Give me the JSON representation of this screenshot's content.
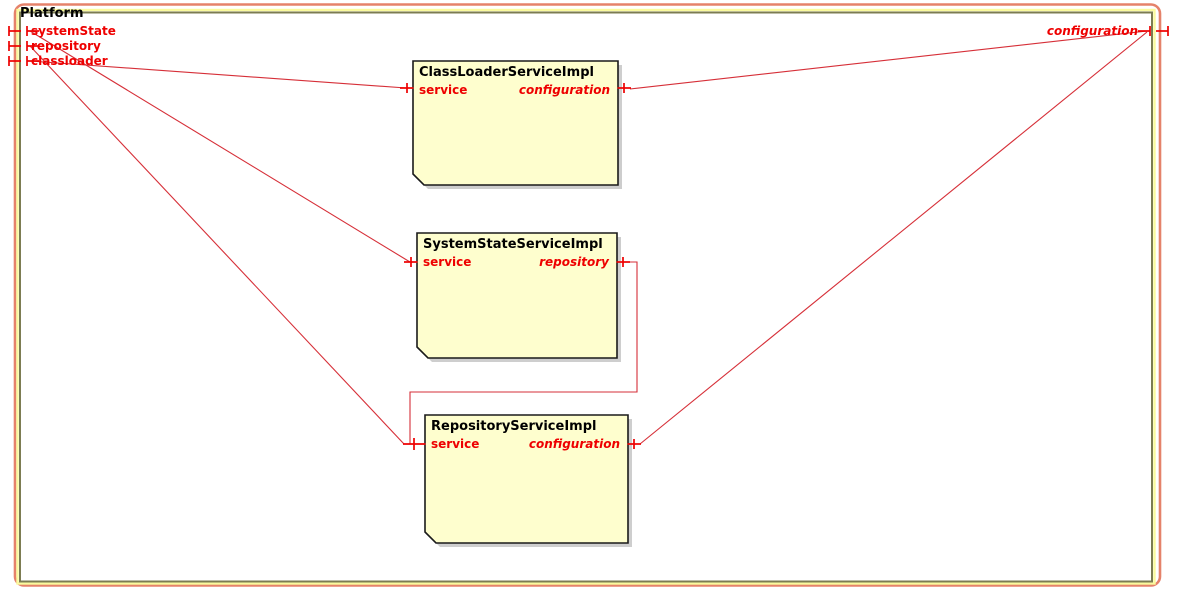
{
  "diagram": {
    "kind": "uml-component-diagram",
    "platform": {
      "title": "Platform"
    },
    "platform_ports_left": [
      {
        "label": "systemState"
      },
      {
        "label": "repository"
      },
      {
        "label": "classloader"
      }
    ],
    "platform_port_right": {
      "label": "configuration"
    },
    "components": [
      {
        "title": "ClassLoaderServiceImpl",
        "left_port": "service",
        "right_port": "configuration"
      },
      {
        "title": "SystemStateServiceImpl",
        "left_port": "service",
        "right_port": "repository"
      },
      {
        "title": "RepositoryServiceImpl",
        "left_port": "service",
        "right_port": "configuration"
      }
    ],
    "connections": [
      {
        "from": "Platform.classloader",
        "to": "ClassLoaderServiceImpl.service"
      },
      {
        "from": "Platform.systemState",
        "to": "SystemStateServiceImpl.service"
      },
      {
        "from": "Platform.repository",
        "to": "RepositoryServiceImpl.service"
      },
      {
        "from": "ClassLoaderServiceImpl.configuration",
        "to": "Platform.configuration"
      },
      {
        "from": "RepositoryServiceImpl.configuration",
        "to": "Platform.configuration"
      },
      {
        "from": "SystemStateServiceImpl.repository",
        "to": "RepositoryServiceImpl.service"
      }
    ],
    "colors": {
      "frame_outer": "#e5826a",
      "frame_glow": "#fafa9e",
      "frame_inner": "#7c7c52",
      "box_fill": "#fefece",
      "box_border": "#1a1a1a",
      "box_shadow": "#a6a6a6",
      "edge_line": "#d62f38",
      "port_red": "#ee0000",
      "title_black": "#000000"
    }
  }
}
